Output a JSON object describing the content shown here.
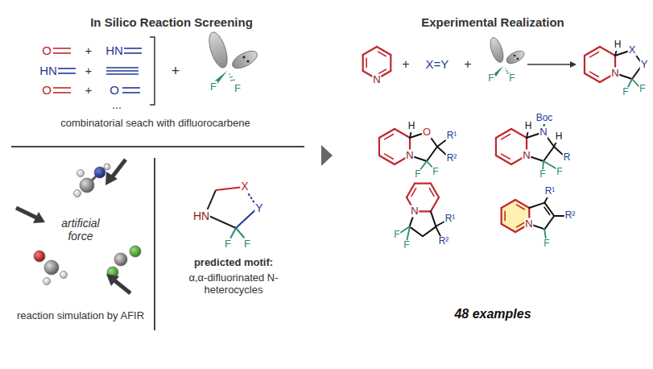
{
  "diagram": {
    "labels": [
      "In Silico Reaction Screening",
      "Experimental Realization",
      "O",
      "+",
      "HN",
      "HN",
      "+",
      "O",
      "+",
      "O",
      "...",
      "+",
      "F",
      "F",
      "combinatorial seach with difluorocarbene",
      "artificial force",
      "reaction simulation by AFIR",
      "HN",
      "X",
      "Y",
      "F",
      "F",
      "predicted motif:",
      "α,α-difluorinated N-heterocycles",
      "N",
      "+",
      "X=Y",
      "+",
      "F",
      "F",
      "H",
      "X",
      "Y",
      "N",
      "F",
      "F",
      "H",
      "O",
      "R¹",
      "R²",
      "N",
      "F",
      "F",
      "H",
      "Boc",
      "N",
      "H",
      "R",
      "N",
      "F",
      "F",
      "N",
      "R¹",
      "R²",
      "F",
      "F",
      "N",
      "R¹",
      "R²",
      "F",
      "48 examples"
    ]
  }
}
